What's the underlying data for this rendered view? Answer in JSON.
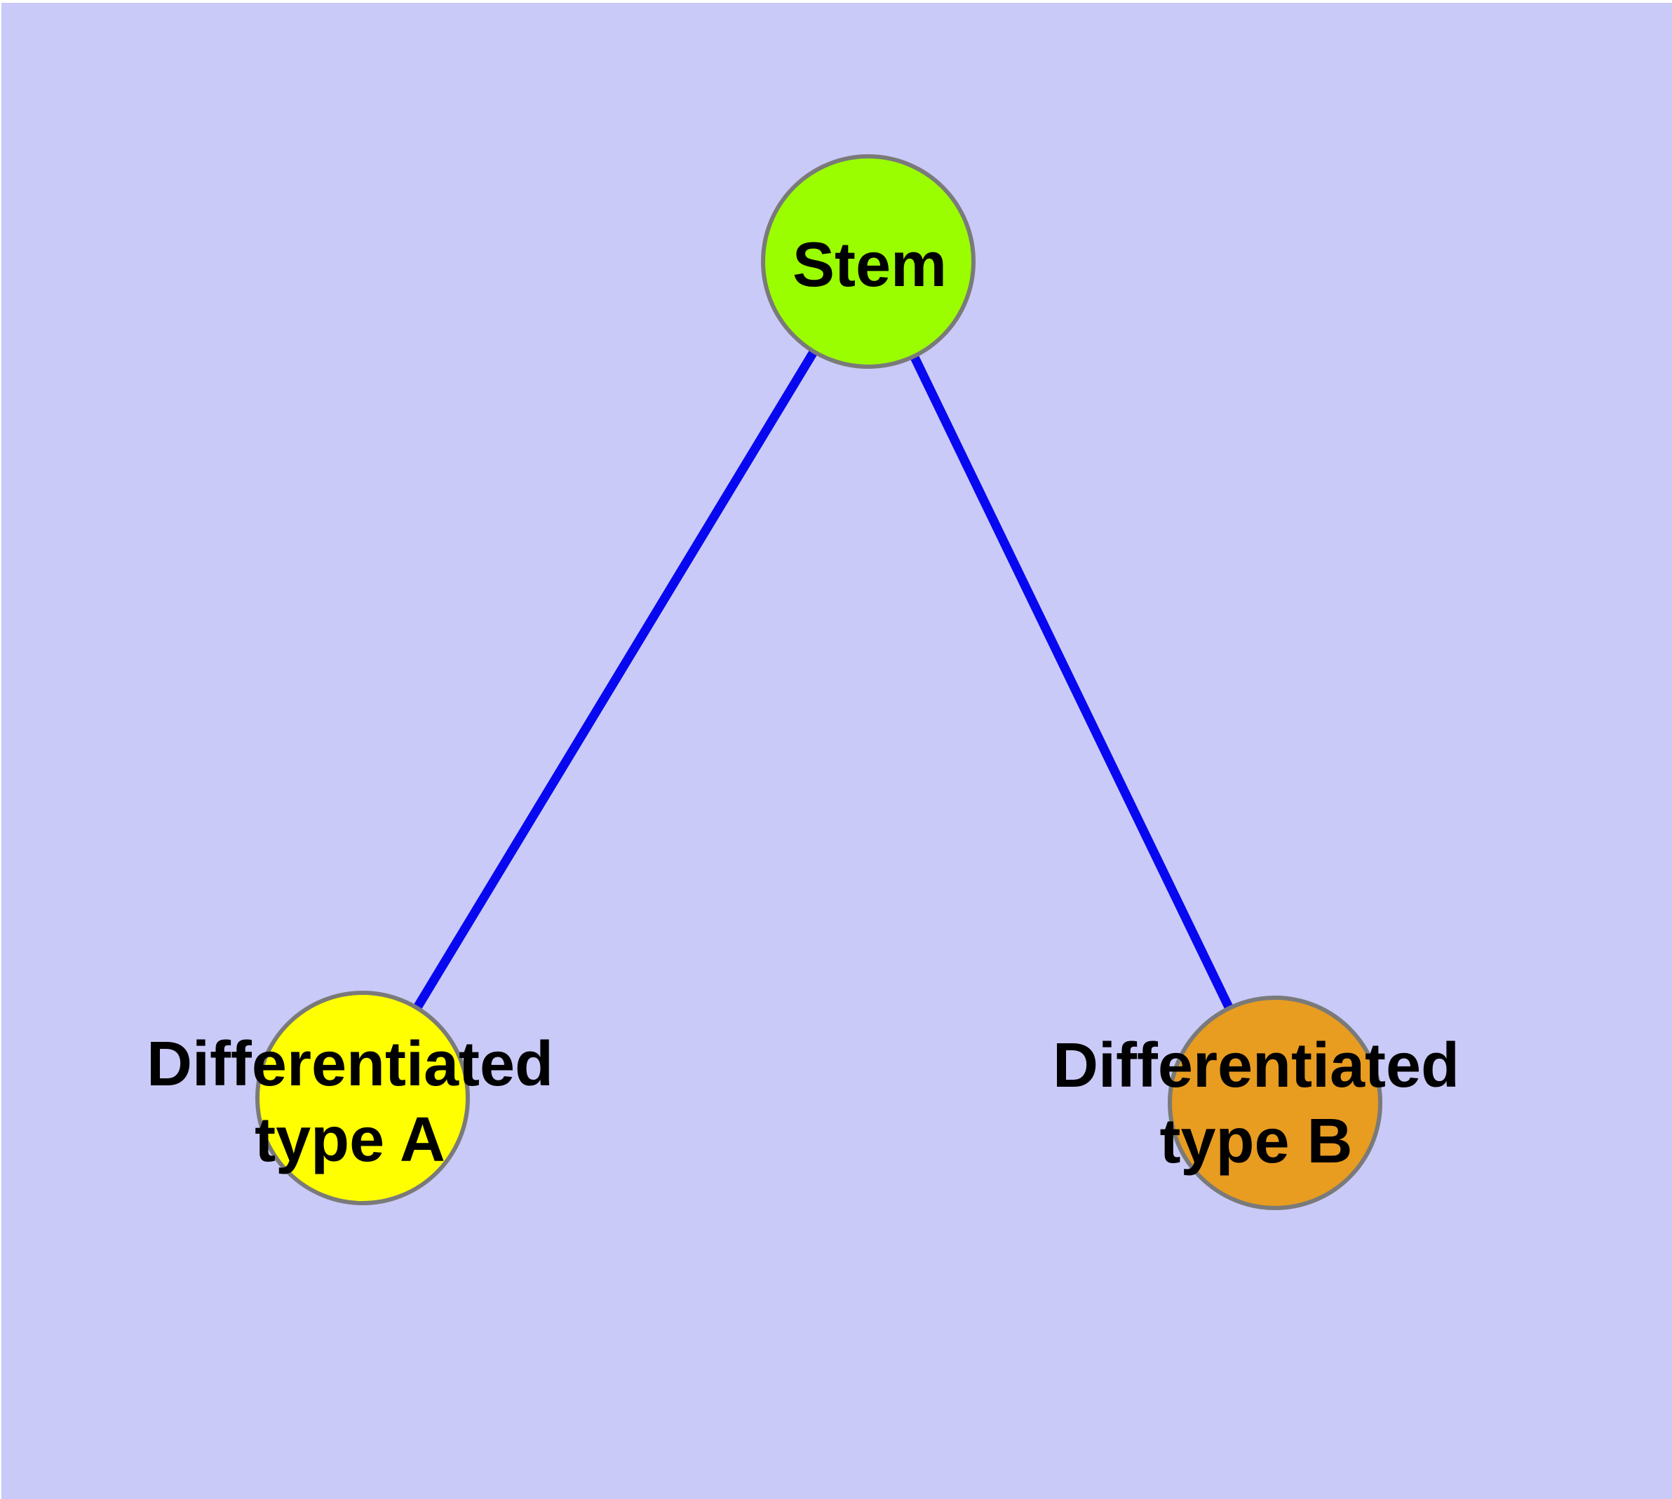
{
  "diagram": {
    "background_color": "#cacaf8",
    "page_margin_color": "#ffffff",
    "edge_color": "#0808f0",
    "node_border_color": "#7a7a7a",
    "label_color": "#000000",
    "nodes": {
      "stem": {
        "label": "Stem",
        "fill": "#9bfe00"
      },
      "type_a": {
        "label_line1": "Differentiated",
        "label_line2": "type A",
        "fill": "#ffff00"
      },
      "type_b": {
        "label_line1": "Differentiated",
        "label_line2": "type B",
        "fill": "#e89c20"
      }
    },
    "edges": [
      {
        "from": "Stem",
        "to": "Differentiated type A"
      },
      {
        "from": "Stem",
        "to": "Differentiated type B"
      }
    ]
  }
}
